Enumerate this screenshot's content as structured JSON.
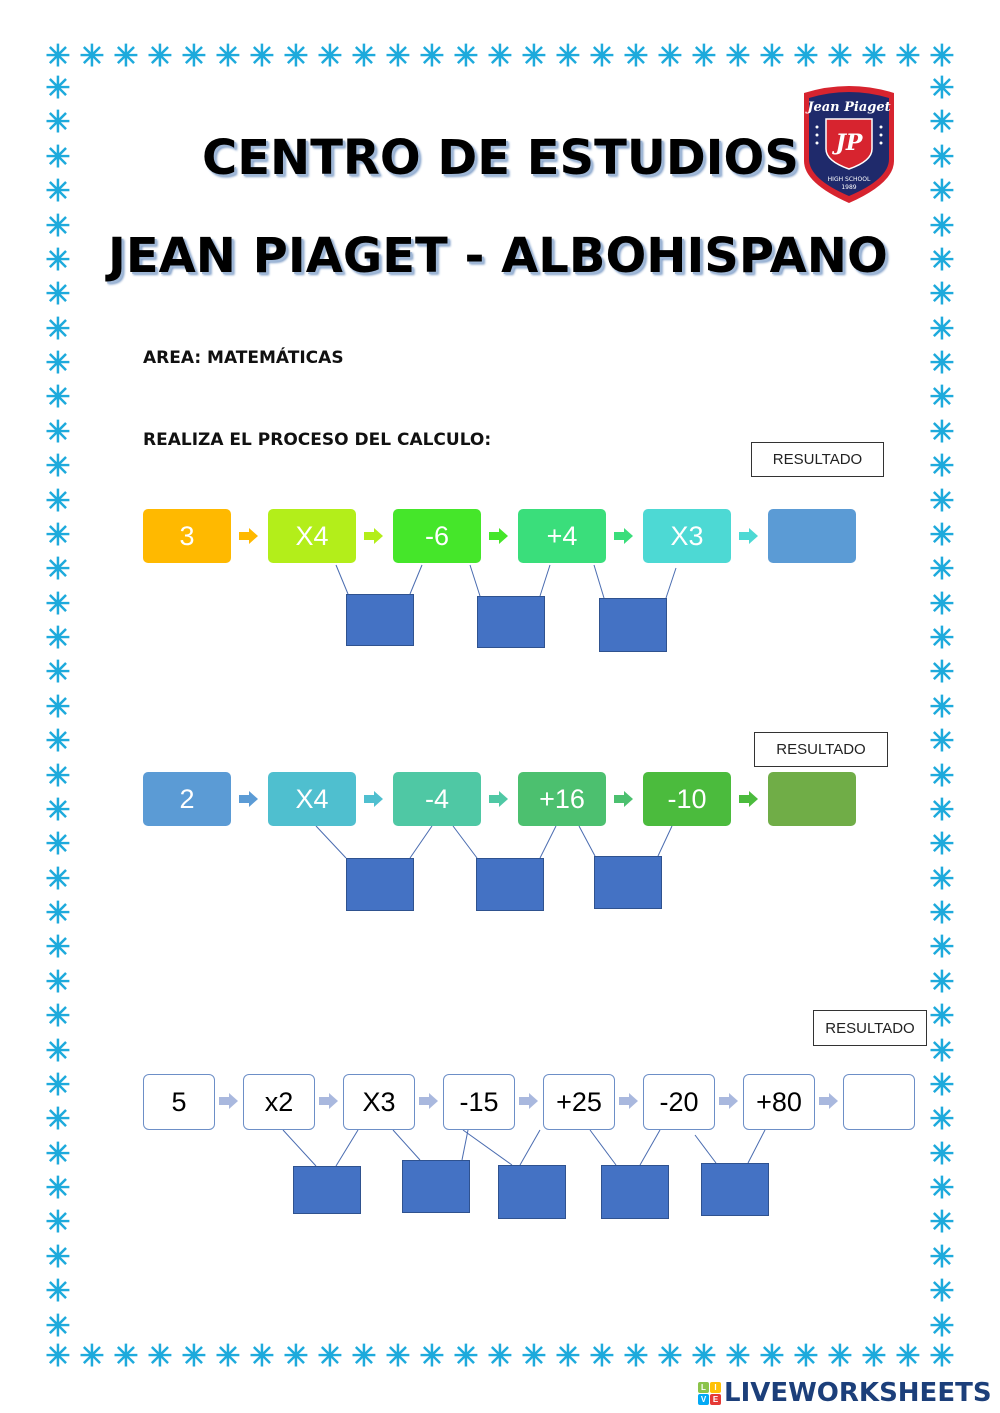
{
  "header": {
    "title_line1": "CENTRO DE ESTUDIOS",
    "title_line2": "JEAN PIAGET - ALBOHISPANO",
    "logo": {
      "name": "Jean Piaget",
      "initials": "JP",
      "subtitle": "HIGH SCHOOL",
      "year": "1989"
    }
  },
  "area_label": "AREA: MATEMÁTICAS",
  "instruction": "REALIZA EL PROCESO DEL CALCULO:",
  "result_label": "RESULTADO",
  "exercises": [
    {
      "steps": [
        "3",
        "X4",
        "-6",
        "+4",
        "X3",
        ""
      ],
      "colors": [
        "#ffb900",
        "#b3ee1a",
        "#45e62a",
        "#3ade7b",
        "#4dd9d4",
        "#5b9bd5"
      ],
      "answer_boxes": 3
    },
    {
      "steps": [
        "2",
        "X4",
        "-4",
        "+16",
        "-10",
        ""
      ],
      "colors": [
        "#5b9bd5",
        "#4fbfcf",
        "#4fc8a4",
        "#4cc06f",
        "#4bbb3d",
        "#70ad47"
      ],
      "answer_boxes": 3
    },
    {
      "steps": [
        "5",
        "x2",
        "X3",
        "-15",
        "+25",
        "-20",
        "+80",
        ""
      ],
      "answer_boxes": 5
    }
  ],
  "footer": {
    "brand": "LIVEWORKSHEETS",
    "icon_letters": [
      "L",
      "I",
      "V",
      "E"
    ]
  },
  "colors": {
    "border": "#1eaadc",
    "answer_box": "#4472c4",
    "arrow_gray": "#a9b8de"
  }
}
